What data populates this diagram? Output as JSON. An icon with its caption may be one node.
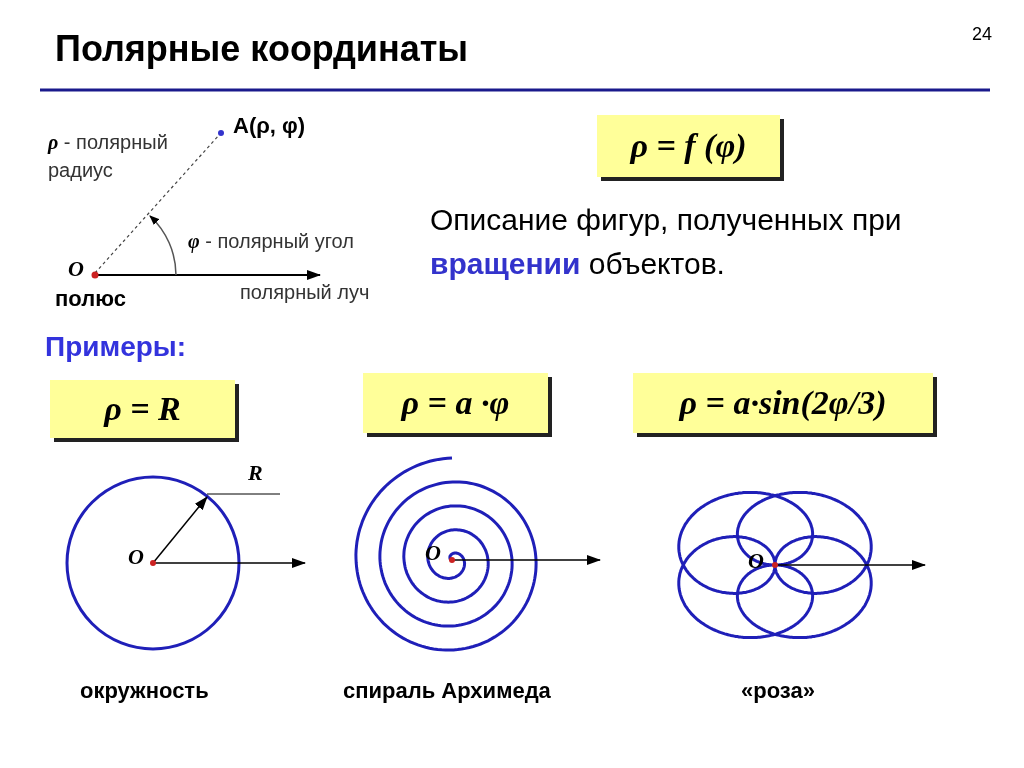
{
  "diagram": {
    "title": "Полярные координаты",
    "nodes": [
      {
        "text": [
          "ρ = f (φ)"
        ]
      },
      {
        "text": [
          "ρ = R"
        ]
      },
      {
        "text": [
          "ρ = a ·φ"
        ]
      },
      {
        "text": [
          "ρ = a·sin(2φ/3)"
        ]
      }
    ],
    "edges": [],
    "labels": [
      "24",
      "A(ρ, φ)",
      "*ρ* - полярный радиус",
      "*φ* - полярный угол",
      "O",
      "полюс",
      "полярный луч",
      "Описание фигур, полученных при **вращении** объектов.",
      "Примеры:",
      "R",
      "O",
      "O",
      "O",
      "окружность",
      "спираль Архимеда",
      "«роза»"
    ]
  }
}
